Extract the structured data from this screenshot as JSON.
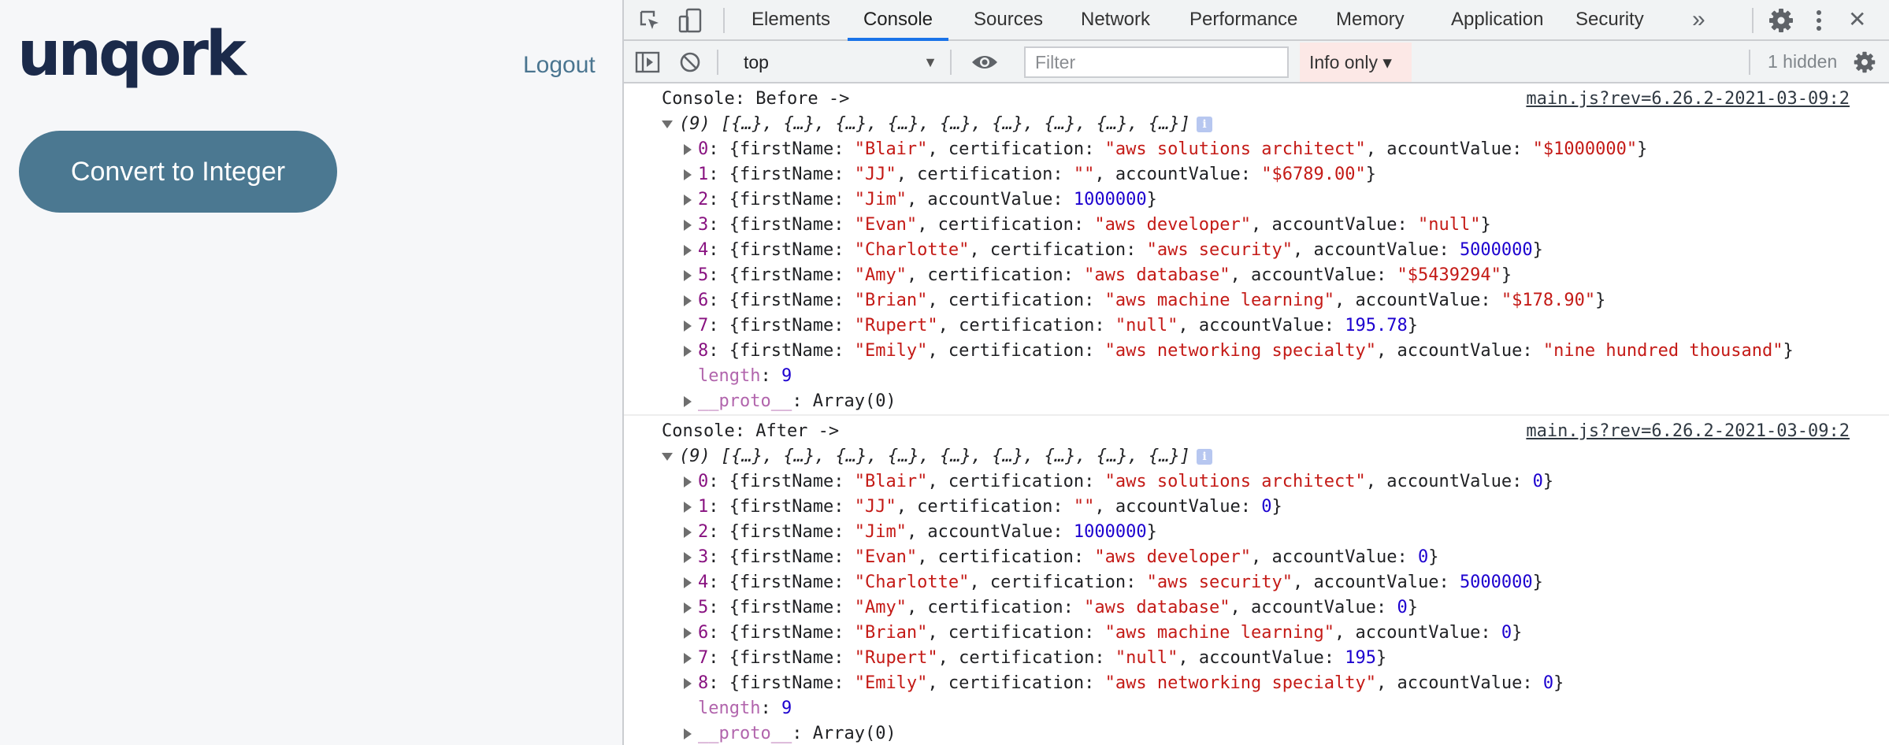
{
  "app": {
    "logo": "unqork",
    "logout_label": "Logout",
    "convert_button_label": "Convert to Integer"
  },
  "devtools": {
    "tabs": [
      {
        "label": "Elements",
        "active": false
      },
      {
        "label": "Console",
        "active": true
      },
      {
        "label": "Sources",
        "active": false
      },
      {
        "label": "Network",
        "active": false
      },
      {
        "label": "Performance",
        "active": false
      },
      {
        "label": "Memory",
        "active": false
      },
      {
        "label": "Application",
        "active": false
      },
      {
        "label": "Security",
        "active": false
      }
    ],
    "more_tabs_glyph": "»",
    "close_glyph": "✕",
    "toolbar": {
      "context": "top",
      "filter_placeholder": "Filter",
      "levels_label": "Info only ▾",
      "hidden_label": "1 hidden"
    },
    "icons": {
      "inspect": "inspect-element-icon",
      "device": "device-toolbar-icon",
      "settings": "gear-icon",
      "menu": "kebab-menu-icon",
      "close": "close-icon",
      "sidebar": "console-sidebar-icon",
      "clear": "clear-console-icon",
      "eye": "eye-icon"
    },
    "colors": {
      "accent": "#1a73e8",
      "string": "#c41a16",
      "number": "#1c00cf",
      "key": "#881280",
      "button": "#4b7891"
    }
  },
  "console": {
    "messages": [
      {
        "label": "Console: Before ->",
        "source": "main.js?rev=6.26.2-2021-03-09:2",
        "summary": "(9) [{…}, {…}, {…}, {…}, {…}, {…}, {…}, {…}, {…}]",
        "entries": [
          {
            "index": "0",
            "firstName": "\"Blair\"",
            "certification": "\"aws solutions architect\"",
            "accountValue": "\"$1000000\"",
            "value_type": "string"
          },
          {
            "index": "1",
            "firstName": "\"JJ\"",
            "certification": "\"\"",
            "accountValue": "\"$6789.00\"",
            "value_type": "string"
          },
          {
            "index": "2",
            "firstName": "\"Jim\"",
            "certification": null,
            "accountValue": "1000000",
            "value_type": "number"
          },
          {
            "index": "3",
            "firstName": "\"Evan\"",
            "certification": "\"aws developer\"",
            "accountValue": "\"null\"",
            "value_type": "string"
          },
          {
            "index": "4",
            "firstName": "\"Charlotte\"",
            "certification": "\"aws security\"",
            "accountValue": "5000000",
            "value_type": "number"
          },
          {
            "index": "5",
            "firstName": "\"Amy\"",
            "certification": "\"aws database\"",
            "accountValue": "\"$5439294\"",
            "value_type": "string"
          },
          {
            "index": "6",
            "firstName": "\"Brian\"",
            "certification": "\"aws machine learning\"",
            "accountValue": "\"$178.90\"",
            "value_type": "string"
          },
          {
            "index": "7",
            "firstName": "\"Rupert\"",
            "certification": "\"null\"",
            "accountValue": "195.78",
            "value_type": "number"
          },
          {
            "index": "8",
            "firstName": "\"Emily\"",
            "certification": "\"aws networking specialty\"",
            "accountValue": "\"nine hundred thousand\"",
            "value_type": "string"
          }
        ],
        "length_label": "length",
        "length_value": "9",
        "proto_label": "__proto__",
        "proto_value": "Array(0)"
      },
      {
        "label": "Console: After ->",
        "source": "main.js?rev=6.26.2-2021-03-09:2",
        "summary": "(9) [{…}, {…}, {…}, {…}, {…}, {…}, {…}, {…}, {…}]",
        "entries": [
          {
            "index": "0",
            "firstName": "\"Blair\"",
            "certification": "\"aws solutions architect\"",
            "accountValue": "0",
            "value_type": "number"
          },
          {
            "index": "1",
            "firstName": "\"JJ\"",
            "certification": "\"\"",
            "accountValue": "0",
            "value_type": "number"
          },
          {
            "index": "2",
            "firstName": "\"Jim\"",
            "certification": null,
            "accountValue": "1000000",
            "value_type": "number"
          },
          {
            "index": "3",
            "firstName": "\"Evan\"",
            "certification": "\"aws developer\"",
            "accountValue": "0",
            "value_type": "number"
          },
          {
            "index": "4",
            "firstName": "\"Charlotte\"",
            "certification": "\"aws security\"",
            "accountValue": "5000000",
            "value_type": "number"
          },
          {
            "index": "5",
            "firstName": "\"Amy\"",
            "certification": "\"aws database\"",
            "accountValue": "0",
            "value_type": "number"
          },
          {
            "index": "6",
            "firstName": "\"Brian\"",
            "certification": "\"aws machine learning\"",
            "accountValue": "0",
            "value_type": "number"
          },
          {
            "index": "7",
            "firstName": "\"Rupert\"",
            "certification": "\"null\"",
            "accountValue": "195",
            "value_type": "number"
          },
          {
            "index": "8",
            "firstName": "\"Emily\"",
            "certification": "\"aws networking specialty\"",
            "accountValue": "0",
            "value_type": "number"
          }
        ],
        "length_label": "length",
        "length_value": "9",
        "proto_label": "__proto__",
        "proto_value": "Array(0)"
      }
    ]
  }
}
